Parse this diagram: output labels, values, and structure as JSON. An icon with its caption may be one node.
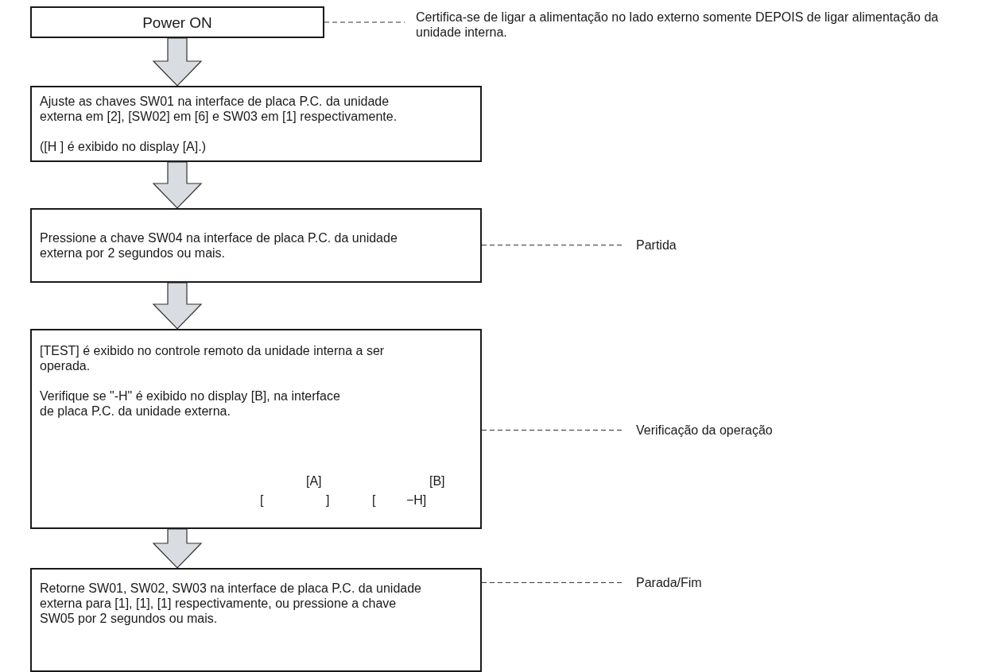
{
  "diagram": {
    "nodes": [
      {
        "text": [
          "Power ON"
        ]
      },
      {
        "text": [
          "Ajuste as chaves SW01 na interface de placa P.C. da unidade externa em [2], [SW02] em [6] e SW03 em [1] respectivamente.",
          "([H ] é exibido no display [A].)"
        ]
      },
      {
        "text": [
          "Pressione a chave SW04 na interface de placa P.C. da unidade externa por 2 segundos ou mais."
        ]
      },
      {
        "text": [
          "[TEST] é exibido no controle remoto da unidade interna a ser operada.",
          "Verifique se \"-H\" é exibido no display [B], na interface de placa P.C. da unidade externa.",
          "[A]",
          "[B]",
          "[ ]",
          "[ −H]"
        ]
      },
      {
        "text": [
          "Retorne SW01, SW02, SW03 na interface de placa P.C. da unidade externa para [1], [1], [1] respectivamente, ou pressione a chave SW05 por 2 segundos ou mais."
        ]
      },
      {
        "text": [
          "Certifica-se de ligar a alimentação no lado externo somente DEPOIS de ligar alimentação da unidade interna."
        ]
      },
      {
        "text": [
          "Partida"
        ]
      },
      {
        "text": [
          "Verificação da operação"
        ]
      },
      {
        "text": [
          "Parada/Fim"
        ]
      }
    ],
    "edges": [
      {
        "from": 0,
        "to": 1,
        "arrow": "to",
        "style": "thick"
      },
      {
        "from": 1,
        "to": 2,
        "arrow": "to",
        "style": "thick"
      },
      {
        "from": 2,
        "to": 3,
        "arrow": "to",
        "style": "thick"
      },
      {
        "from": 3,
        "to": 4,
        "arrow": "to",
        "style": "thick"
      },
      {
        "from": 0,
        "to": 5,
        "arrow": "none",
        "style": "dashed"
      },
      {
        "from": 2,
        "to": 6,
        "arrow": "none",
        "style": "dashed"
      },
      {
        "from": 3,
        "to": 7,
        "arrow": "none",
        "style": "dashed"
      },
      {
        "from": 4,
        "to": 8,
        "arrow": "none",
        "style": "dashed"
      }
    ]
  }
}
